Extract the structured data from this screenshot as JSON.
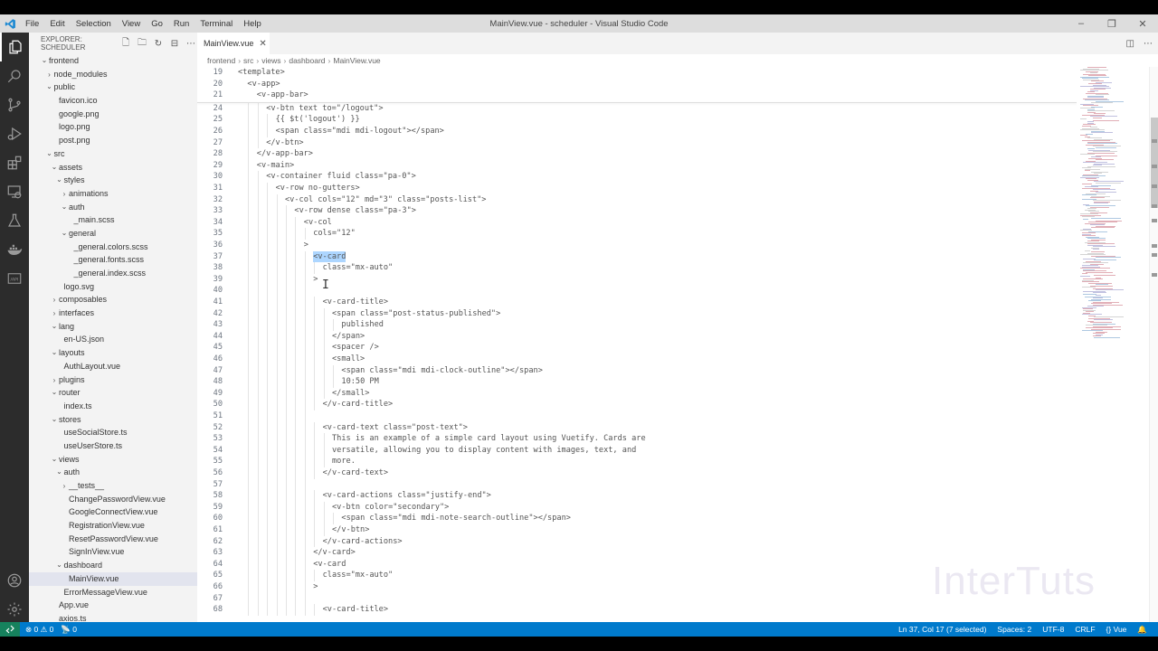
{
  "window": {
    "title": "MainView.vue - scheduler - Visual Studio Code",
    "menu": [
      "File",
      "Edit",
      "Selection",
      "View",
      "Go",
      "Run",
      "Terminal",
      "Help"
    ],
    "controls": {
      "minimize": "–",
      "restore": "❐",
      "close": "✕"
    }
  },
  "activity_bar": {
    "items": [
      {
        "name": "explorer-icon",
        "active": true
      },
      {
        "name": "search-icon",
        "active": false
      },
      {
        "name": "source-control-icon",
        "active": false
      },
      {
        "name": "run-debug-icon",
        "active": false
      },
      {
        "name": "extensions-icon",
        "active": false
      },
      {
        "name": "remote-explorer-icon",
        "active": false
      },
      {
        "name": "testing-icon",
        "active": false
      },
      {
        "name": "docker-icon",
        "active": false
      },
      {
        "name": "api-icon",
        "active": false
      }
    ],
    "bottom": [
      {
        "name": "accounts-icon"
      },
      {
        "name": "settings-gear-icon"
      }
    ]
  },
  "explorer": {
    "title": "EXPLORER: SCHEDULER",
    "actions": [
      "new-file",
      "new-folder",
      "refresh",
      "collapse-all",
      "more"
    ],
    "tree": [
      {
        "label": "frontend",
        "depth": 0,
        "type": "folder",
        "open": true
      },
      {
        "label": "node_modules",
        "depth": 1,
        "type": "folder",
        "open": false
      },
      {
        "label": "public",
        "depth": 1,
        "type": "folder",
        "open": true
      },
      {
        "label": "favicon.ico",
        "depth": 2,
        "type": "file"
      },
      {
        "label": "google.png",
        "depth": 2,
        "type": "file"
      },
      {
        "label": "logo.png",
        "depth": 2,
        "type": "file"
      },
      {
        "label": "post.png",
        "depth": 2,
        "type": "file"
      },
      {
        "label": "src",
        "depth": 1,
        "type": "folder",
        "open": true
      },
      {
        "label": "assets",
        "depth": 2,
        "type": "folder",
        "open": true
      },
      {
        "label": "styles",
        "depth": 3,
        "type": "folder",
        "open": true
      },
      {
        "label": "animations",
        "depth": 4,
        "type": "folder",
        "open": false
      },
      {
        "label": "auth",
        "depth": 4,
        "type": "folder",
        "open": true
      },
      {
        "label": "_main.scss",
        "depth": 5,
        "type": "file"
      },
      {
        "label": "general",
        "depth": 4,
        "type": "folder",
        "open": true
      },
      {
        "label": "_general.colors.scss",
        "depth": 5,
        "type": "file"
      },
      {
        "label": "_general.fonts.scss",
        "depth": 5,
        "type": "file"
      },
      {
        "label": "_general.index.scss",
        "depth": 5,
        "type": "file"
      },
      {
        "label": "logo.svg",
        "depth": 3,
        "type": "file"
      },
      {
        "label": "composables",
        "depth": 2,
        "type": "folder",
        "open": false
      },
      {
        "label": "interfaces",
        "depth": 2,
        "type": "folder",
        "open": false
      },
      {
        "label": "lang",
        "depth": 2,
        "type": "folder",
        "open": true
      },
      {
        "label": "en-US.json",
        "depth": 3,
        "type": "file"
      },
      {
        "label": "layouts",
        "depth": 2,
        "type": "folder",
        "open": true
      },
      {
        "label": "AuthLayout.vue",
        "depth": 3,
        "type": "file"
      },
      {
        "label": "plugins",
        "depth": 2,
        "type": "folder",
        "open": false
      },
      {
        "label": "router",
        "depth": 2,
        "type": "folder",
        "open": true
      },
      {
        "label": "index.ts",
        "depth": 3,
        "type": "file"
      },
      {
        "label": "stores",
        "depth": 2,
        "type": "folder",
        "open": true
      },
      {
        "label": "useSocialStore.ts",
        "depth": 3,
        "type": "file"
      },
      {
        "label": "useUserStore.ts",
        "depth": 3,
        "type": "file"
      },
      {
        "label": "views",
        "depth": 2,
        "type": "folder",
        "open": true
      },
      {
        "label": "auth",
        "depth": 3,
        "type": "folder",
        "open": true
      },
      {
        "label": "__tests__",
        "depth": 4,
        "type": "folder",
        "open": false
      },
      {
        "label": "ChangePasswordView.vue",
        "depth": 4,
        "type": "file"
      },
      {
        "label": "GoogleConnectView.vue",
        "depth": 4,
        "type": "file"
      },
      {
        "label": "RegistrationView.vue",
        "depth": 4,
        "type": "file"
      },
      {
        "label": "ResetPasswordView.vue",
        "depth": 4,
        "type": "file"
      },
      {
        "label": "SignInView.vue",
        "depth": 4,
        "type": "file"
      },
      {
        "label": "dashboard",
        "depth": 3,
        "type": "folder",
        "open": true
      },
      {
        "label": "MainView.vue",
        "depth": 4,
        "type": "file",
        "selected": true
      },
      {
        "label": "ErrorMessageView.vue",
        "depth": 3,
        "type": "file"
      },
      {
        "label": "App.vue",
        "depth": 2,
        "type": "file"
      },
      {
        "label": "axios.ts",
        "depth": 2,
        "type": "file"
      }
    ]
  },
  "editor": {
    "tab": {
      "label": "MainView.vue",
      "close": "✕"
    },
    "breadcrumb": [
      "frontend",
      "src",
      "views",
      "dashboard",
      "MainView.vue"
    ],
    "sticky_lines": [
      {
        "n": "19",
        "indent": 0,
        "text": "<template>"
      },
      {
        "n": "20",
        "indent": 1,
        "text": "<v-app>"
      },
      {
        "n": "21",
        "indent": 2,
        "text": "<v-app-bar>"
      }
    ],
    "lines": [
      {
        "n": "24",
        "indent": 3,
        "text": "<v-btn text to=\"/logout\">"
      },
      {
        "n": "25",
        "indent": 4,
        "text": "{{ $t('logout') }}"
      },
      {
        "n": "26",
        "indent": 4,
        "text": "<span class=\"mdi mdi-logout\"></span>"
      },
      {
        "n": "27",
        "indent": 3,
        "text": "</v-btn>"
      },
      {
        "n": "28",
        "indent": 2,
        "text": "</v-app-bar>"
      },
      {
        "n": "29",
        "indent": 2,
        "text": "<v-main>"
      },
      {
        "n": "30",
        "indent": 3,
        "text": "<v-container fluid class=\"pa-0\">"
      },
      {
        "n": "31",
        "indent": 4,
        "text": "<v-row no-gutters>"
      },
      {
        "n": "32",
        "indent": 5,
        "text": "<v-col cols=\"12\" md=\"3\" class=\"posts-list\">"
      },
      {
        "n": "33",
        "indent": 6,
        "text": "<v-row dense class=\"pa-3\">"
      },
      {
        "n": "34",
        "indent": 7,
        "text": "<v-col"
      },
      {
        "n": "35",
        "indent": 8,
        "text": "cols=\"12\""
      },
      {
        "n": "36",
        "indent": 7,
        "text": ">"
      },
      {
        "n": "37",
        "indent": 8,
        "text": "<v-card",
        "selected": "<v-card"
      },
      {
        "n": "38",
        "indent": 9,
        "text": "class=\"mx-auto\""
      },
      {
        "n": "39",
        "indent": 8,
        "text": ">"
      },
      {
        "n": "40",
        "indent": 8,
        "text": ""
      },
      {
        "n": "41",
        "indent": 9,
        "text": "<v-card-title>"
      },
      {
        "n": "42",
        "indent": 10,
        "text": "<span class=\"post-status-published\">"
      },
      {
        "n": "43",
        "indent": 11,
        "text": "published"
      },
      {
        "n": "44",
        "indent": 10,
        "text": "</span>"
      },
      {
        "n": "45",
        "indent": 10,
        "text": "<spacer />"
      },
      {
        "n": "46",
        "indent": 10,
        "text": "<small>"
      },
      {
        "n": "47",
        "indent": 11,
        "text": "<span class=\"mdi mdi-clock-outline\"></span>"
      },
      {
        "n": "48",
        "indent": 11,
        "text": "10:50 PM"
      },
      {
        "n": "49",
        "indent": 10,
        "text": "</small>"
      },
      {
        "n": "50",
        "indent": 9,
        "text": "</v-card-title>"
      },
      {
        "n": "51",
        "indent": 8,
        "text": ""
      },
      {
        "n": "52",
        "indent": 9,
        "text": "<v-card-text class=\"post-text\">"
      },
      {
        "n": "53",
        "indent": 10,
        "text": "This is an example of a simple card layout using Vuetify. Cards are"
      },
      {
        "n": "54",
        "indent": 10,
        "text": "versatile, allowing you to display content with images, text, and"
      },
      {
        "n": "55",
        "indent": 10,
        "text": "more."
      },
      {
        "n": "56",
        "indent": 9,
        "text": "</v-card-text>"
      },
      {
        "n": "57",
        "indent": 8,
        "text": ""
      },
      {
        "n": "58",
        "indent": 9,
        "text": "<v-card-actions class=\"justify-end\">"
      },
      {
        "n": "59",
        "indent": 10,
        "text": "<v-btn color=\"secondary\">"
      },
      {
        "n": "60",
        "indent": 11,
        "text": "<span class=\"mdi mdi-note-search-outline\"></span>"
      },
      {
        "n": "61",
        "indent": 10,
        "text": "</v-btn>"
      },
      {
        "n": "62",
        "indent": 9,
        "text": "</v-card-actions>"
      },
      {
        "n": "63",
        "indent": 8,
        "text": "</v-card>"
      },
      {
        "n": "64",
        "indent": 8,
        "text": "<v-card"
      },
      {
        "n": "65",
        "indent": 9,
        "text": "class=\"mx-auto\""
      },
      {
        "n": "66",
        "indent": 8,
        "text": ">"
      },
      {
        "n": "67",
        "indent": 8,
        "text": ""
      },
      {
        "n": "68",
        "indent": 9,
        "text": "<v-card-title>"
      }
    ]
  },
  "watermark": "InterTuts",
  "status_bar": {
    "remote_icon": "><",
    "errors": "0",
    "warnings": "0",
    "ports": "0",
    "cursor_position": "Ln 37, Col 17 (7 selected)",
    "indentation": "Spaces: 2",
    "encoding": "UTF-8",
    "eol": "CRLF",
    "language": "Vue",
    "language_icon": "{}",
    "notifications_icon": "bell"
  },
  "colors": {
    "status_bar": "#007acc",
    "remote": "#16825d",
    "activity_bar": "#2c2c2c",
    "sidebar": "#f3f3f3",
    "selection": "#add6ff"
  }
}
